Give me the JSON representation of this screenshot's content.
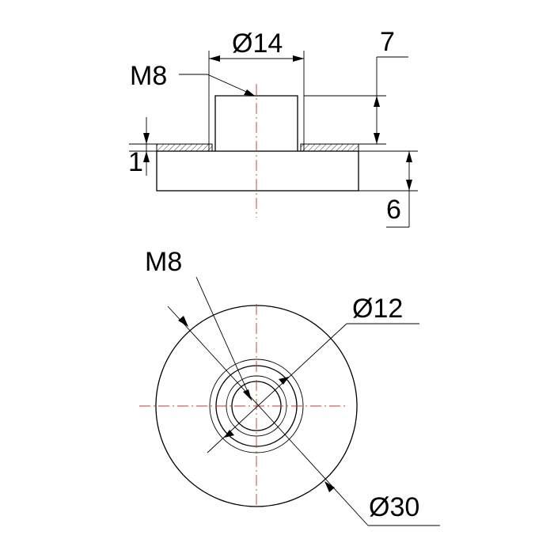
{
  "labels": {
    "front_thread": "M8",
    "front_diameter": "Ø14",
    "front_height": "7",
    "front_thickness": "1",
    "front_base": "6",
    "top_thread": "M8",
    "top_diameter_inner": "Ø12",
    "top_diameter_outer": "Ø30"
  },
  "colors": {
    "outline": "#000000",
    "center_line": "#c0392b",
    "background": "#ffffff"
  }
}
